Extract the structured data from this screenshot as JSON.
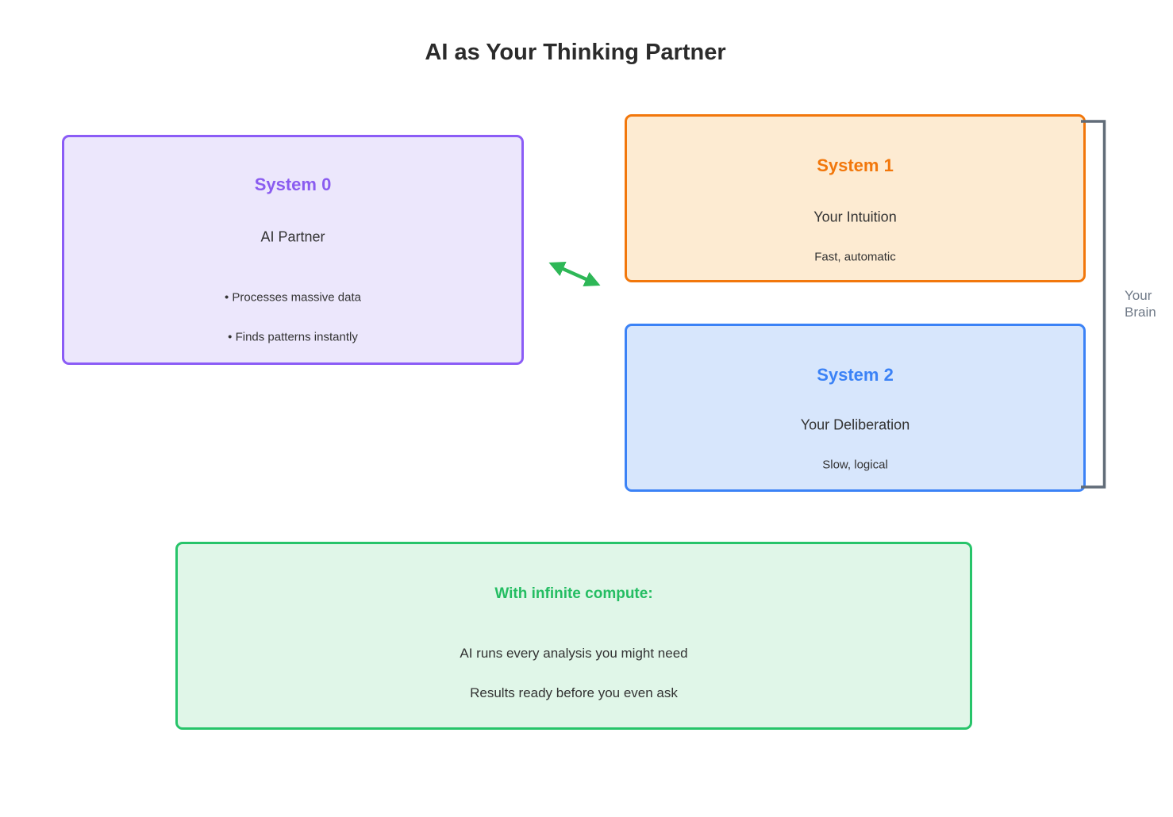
{
  "page": {
    "title": "AI as Your Thinking Partner"
  },
  "boxes": {
    "system0": {
      "title": "System 0",
      "subtitle": "AI Partner",
      "bullets": [
        "• Processes massive data",
        "• Finds patterns instantly"
      ],
      "accent_color": "#8b5cf6",
      "fill_color": "#ece7fc"
    },
    "system1": {
      "title": "System 1",
      "subtitle": "Your Intuition",
      "caption": "Fast, automatic",
      "accent_color": "#f2770b",
      "fill_color": "#fdebd2"
    },
    "system2": {
      "title": "System 2",
      "subtitle": "Your Deliberation",
      "caption": "Slow, logical",
      "accent_color": "#3b82f6",
      "fill_color": "#d7e6fc"
    },
    "compute": {
      "title": "With infinite compute:",
      "lines": [
        "AI runs every analysis you might need",
        "Results ready before you even ask"
      ],
      "accent_color": "#27c46a",
      "fill_color": "#e0f6e8"
    }
  },
  "labels": {
    "brain": "Your Brain"
  },
  "connectors": {
    "arrow_color": "#2eb757",
    "bracket_color": "#616c78"
  }
}
